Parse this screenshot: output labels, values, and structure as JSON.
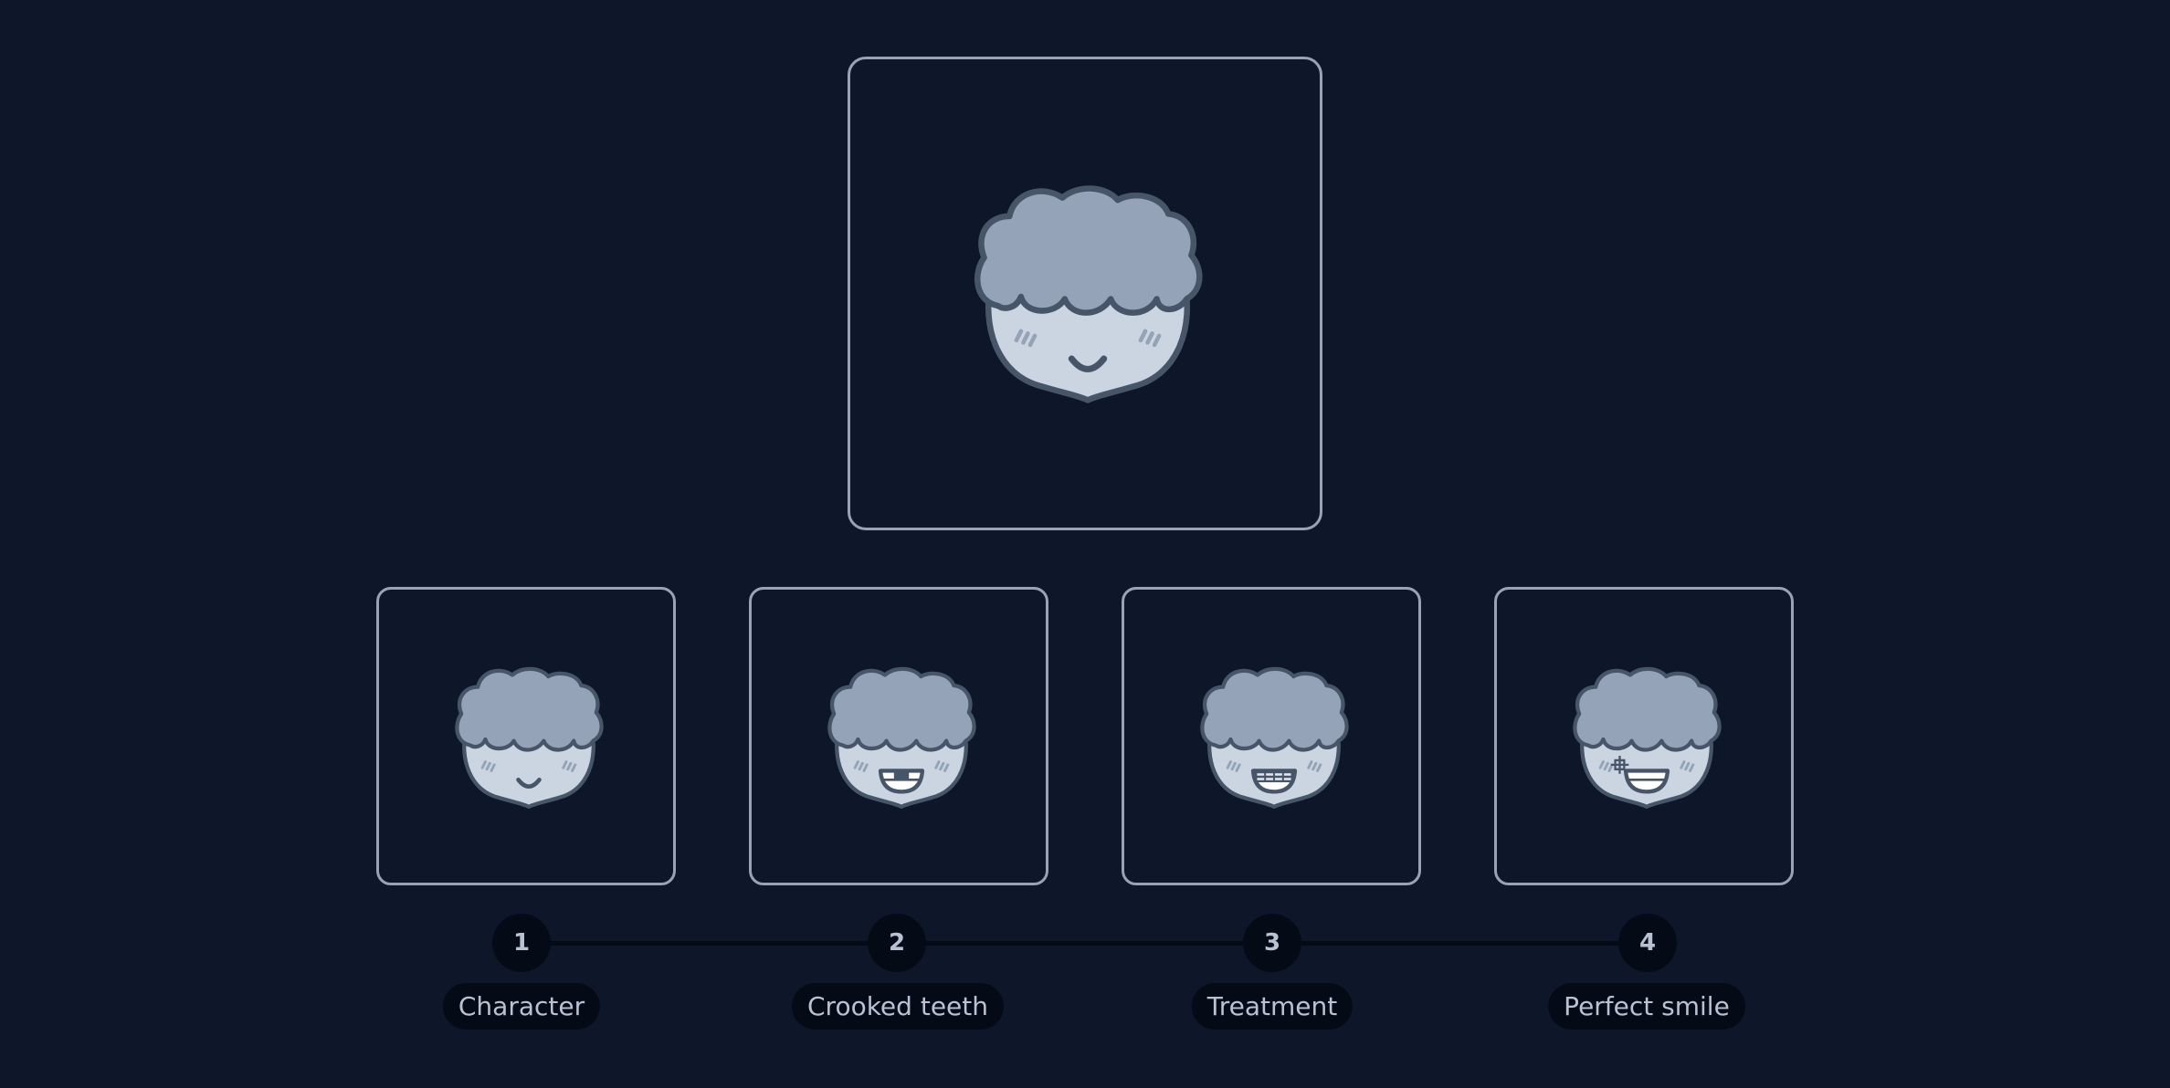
{
  "colors": {
    "background": "#0e1729",
    "frame_border": "#98a3b8",
    "hair": "#94a3b8",
    "face": "#cbd5e1",
    "outline": "#475569",
    "pill_background": "#050a17",
    "text": "#b9c2d2"
  },
  "main_preview": {
    "icon": "character-smile-icon",
    "variant": "character"
  },
  "steps": [
    {
      "number": "1",
      "label": "Character",
      "icon": "character-smile-icon",
      "variant": "character"
    },
    {
      "number": "2",
      "label": "Crooked teeth",
      "icon": "crooked-teeth-icon",
      "variant": "crooked-teeth"
    },
    {
      "number": "3",
      "label": "Treatment",
      "icon": "braces-icon",
      "variant": "treatment"
    },
    {
      "number": "4",
      "label": "Perfect smile",
      "icon": "perfect-smile-icon",
      "variant": "perfect-smile"
    }
  ]
}
